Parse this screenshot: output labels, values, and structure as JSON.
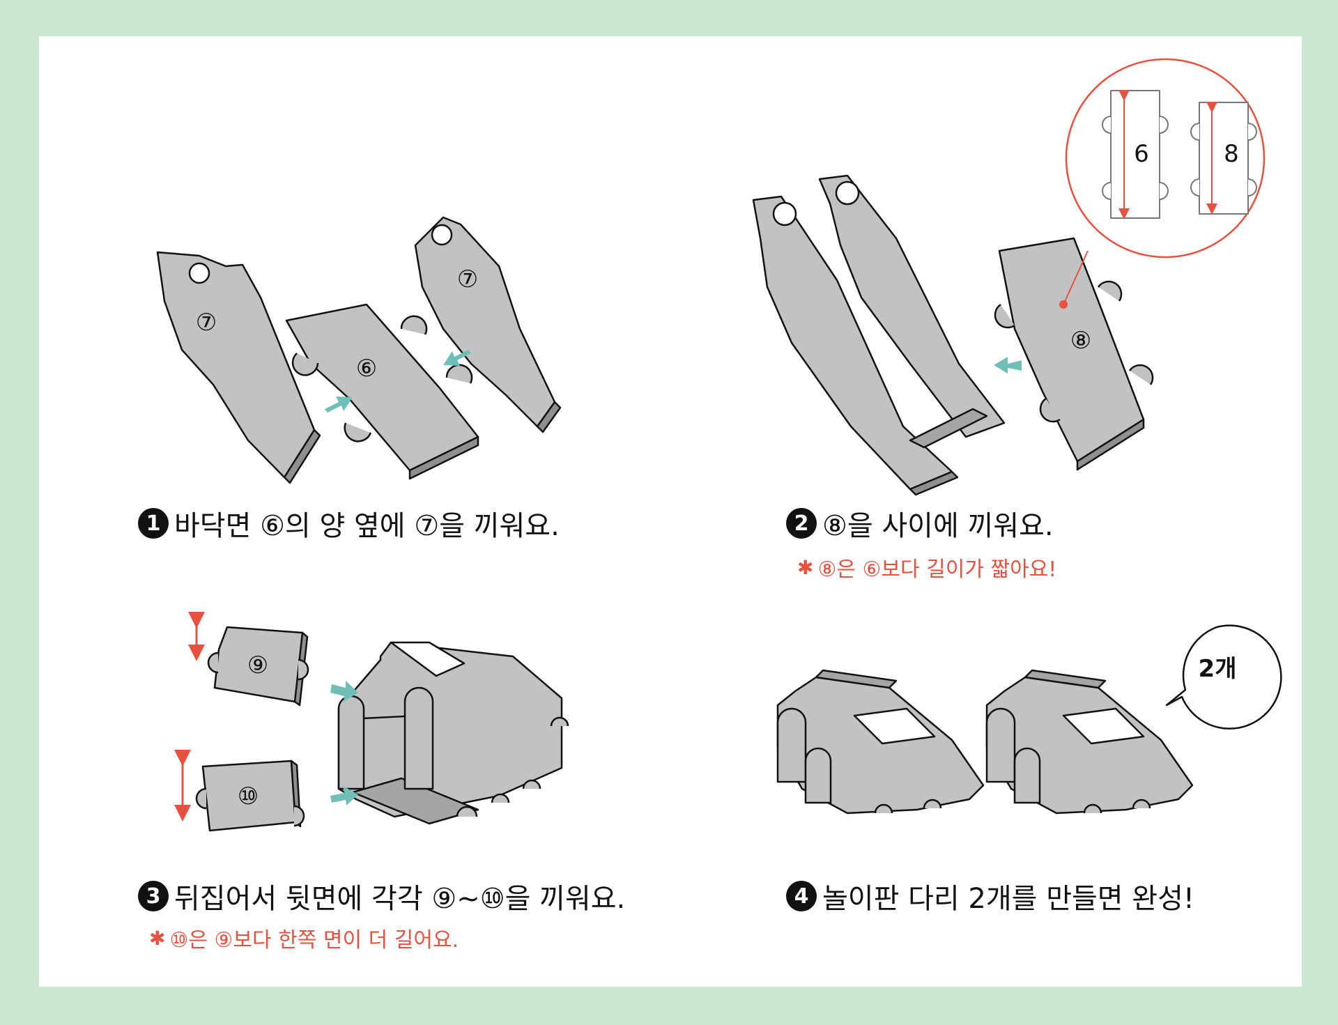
{
  "steps": [
    {
      "number": "1",
      "text": "바닥면 ⑥의 양 옆에 ⑦을 끼워요."
    },
    {
      "number": "2",
      "text": "⑧을 사이에 끼워요.",
      "note": "⑧은 ⑥보다 길이가 짧아요!"
    },
    {
      "number": "3",
      "text": "뒤집어서 뒷면에 각각 ⑨~⑩을 끼워요.",
      "note": "⑩은 ⑨보다 한쪽 면이 더 길어요."
    },
    {
      "number": "4",
      "text": "놀이판 다리 2개를 만들면 완성!"
    }
  ],
  "parts": {
    "p6": "⑥",
    "p7": "⑦",
    "p8": "⑧",
    "p9": "⑨",
    "p10": "⑩"
  },
  "inset": {
    "left": "6",
    "right": "8"
  },
  "bubble": "2개",
  "colors": {
    "background": "#c8e6d0",
    "panel": "#c2c2c2",
    "arrow": "#6fbfb7",
    "accent": "#e8503f"
  },
  "icons": {
    "note": "star-icon"
  }
}
